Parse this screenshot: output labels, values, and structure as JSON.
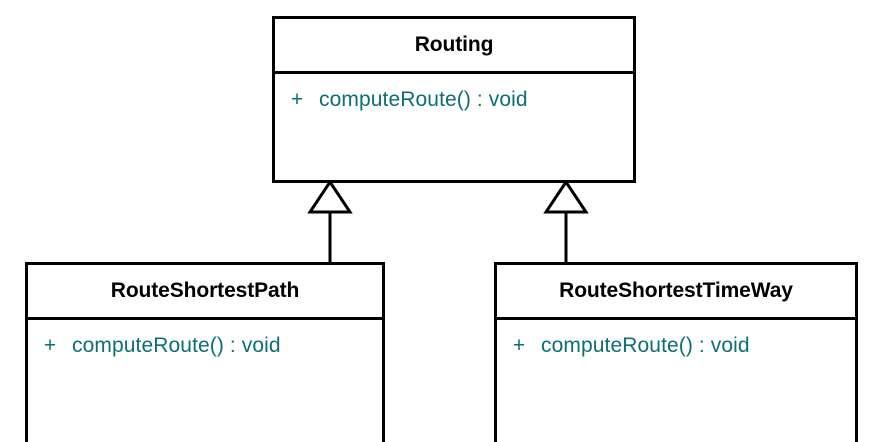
{
  "diagram": {
    "type": "uml-class-diagram",
    "background_color": "#ffffff",
    "border_color": "#000000",
    "member_text_color": "#0d6e78",
    "class_name_color": "#000000",
    "classes": [
      {
        "id": "routing",
        "name": "Routing",
        "role": "superclass",
        "members": [
          {
            "visibility": "+",
            "signature": "computeRoute() : void"
          }
        ]
      },
      {
        "id": "route-shortest-path",
        "name": "RouteShortestPath",
        "role": "subclass",
        "members": [
          {
            "visibility": "+",
            "signature": "computeRoute() : void"
          }
        ]
      },
      {
        "id": "route-shortest-time-way",
        "name": "RouteShortestTimeWay",
        "role": "subclass",
        "members": [
          {
            "visibility": "+",
            "signature": "computeRoute() : void"
          }
        ]
      }
    ],
    "relationships": [
      {
        "id": "gen-routeshortestpath-routing",
        "kind": "generalization",
        "from": "RouteShortestPath",
        "to": "Routing",
        "arrow": "hollow-triangle"
      },
      {
        "id": "gen-routeshortesttimeway-routing",
        "kind": "generalization",
        "from": "RouteShortestTimeWay",
        "to": "Routing",
        "arrow": "hollow-triangle"
      }
    ]
  }
}
